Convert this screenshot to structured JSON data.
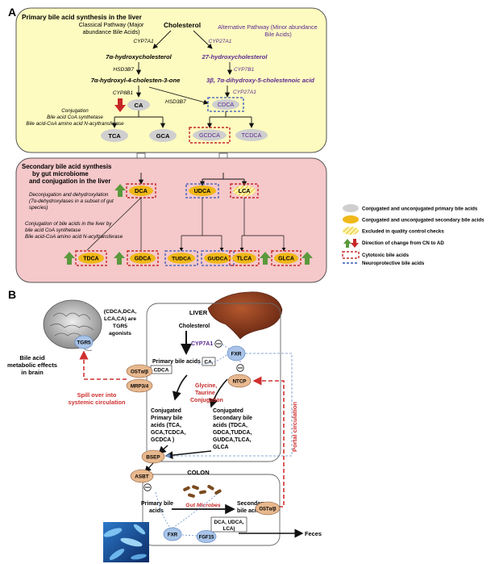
{
  "panel_a": {
    "letter": "A",
    "top_title": "Primary bile acid synthesis in the liver",
    "classical_line1": "Classical Pathway (Major",
    "classical_line2": "abundance Bile Acids)",
    "cholesterol": "Cholesterol",
    "alt_line1": "Alternative Pathway (Minor abundance",
    "alt_line2": "Bile Acids)",
    "cyp7a1": "CYP7A1",
    "cyp27a1": "CYP27A1",
    "hydroxy7": "7α-hydroxycholesterol",
    "hydroxy27": "27-hydroxycholesterol",
    "hsd3b7": "HSD3B7",
    "cyp7b1": "CYP7B1",
    "hydroxy7one": "7α-hydroxyl-4-cholesten-3-one",
    "dihydroxy": "3β, 7α-dihydroxy-5-cholestenoic acid",
    "cyp8b1": "CYP8B1",
    "hsd3b7_mid": "HSD3B7",
    "cyp27a1_b": "CYP27A1",
    "ca": "CA",
    "cdca": "CDCA",
    "conj_line1": "Conjugation",
    "conj_line2": "Bile acid CoA synthetase",
    "conj_line3": "Bile acid-CoA amino acid N-acyltransferase",
    "tca": "TCA",
    "gca": "GCA",
    "gcdca": "GCDCA",
    "tcdca": "TCDCA",
    "bottom_title1": "Secondary bile acid synthesis",
    "bottom_title2": "by gut microbiome",
    "bottom_title3": "and conjugation in the liver",
    "dca": "DCA",
    "udca": "UDCA",
    "lca": "LCA",
    "deconj1": "Deconjugation and dehydroxylation",
    "deconj2": "(7α-dehydroxylases in a subset of gut",
    "deconj3": "species)",
    "conjliv1": "Conjugation of bile acids in the liver by",
    "conjliv2": "bile acid CoA synthetase",
    "conjliv3": "Bile acid-CoA amino acid N-acyltransferase",
    "tdca": "TDCA",
    "gdca": "GDCA",
    "tudca": "TUDCA",
    "gudca": "GUDCA",
    "tlca": "TLCA",
    "glca": "GLCA"
  },
  "legend": {
    "primary": "Conjugated and unconjugated primary bile acids",
    "secondary": "Conjugated and unconjugated secondary bile acids",
    "excluded": "Excluded in quality control checks",
    "direction": "Direction of change from CN to AD",
    "cytotoxic": "Cytotoxic bile acids",
    "neuroprotective": "Neuroprotective bile acids"
  },
  "panel_b": {
    "letter": "B",
    "tgr5_note1": "(CDCA,DCA,",
    "tgr5_note2": "LCA,CA) are",
    "tgr5_note3": "TGR5",
    "tgr5_note4": "agonists",
    "tgr5": "TGR5",
    "brain1": "Bile acid",
    "brain2": "metabolic effects",
    "brain3": "in brain",
    "liver": "LIVER",
    "cholesterol": "Cholesterol",
    "cyp7a1": "CYP7A1",
    "fxr": "FXR",
    "primary1": "Primary bile acids",
    "ca_box": "CA,",
    "cdca_box": "CDCA",
    "ost_ab": "OSTα/β",
    "mrp34": "MRP3/4",
    "ntcp": "NTCP",
    "spill1": "Spill over into",
    "spill2": "systemic circulation",
    "glycine1": "Glycine,",
    "glycine2": "Taurine",
    "glycine3": "Conjugation",
    "conjp1": "Conjugated",
    "conjp2": "Primary bile",
    "conjp3": "acids (TCA,",
    "conjp4": "GCA,TCDCA,",
    "conjp5": "GCDCA )",
    "conjs1": "Conjugated",
    "conjs2": "Secondary bile",
    "conjs3": "acids (TDCA,",
    "conjs4": "GDCA,TUDCA,",
    "conjs5": "GUDCA,TLCA,",
    "conjs6": "GLCA",
    "portal": "Portal circulation",
    "bsep": "BSEP",
    "asbt": "ASBT",
    "colon": "COLON",
    "prim_colon1": "Primary bile",
    "prim_colon2": "acids",
    "gut_microbes": "Gut Microbes",
    "sec_colon1": "Secondary",
    "sec_colon2": "bile acids",
    "ost_colon": "OSTα/β",
    "dca_box1": "DCA, UDCA,",
    "dca_box2": "LCA)",
    "fxr_colon": "FXR",
    "fgf15": "FGF15",
    "feces": "Feces"
  },
  "colors": {
    "top_panel": "#fefbc0",
    "bottom_panel": "#f5c8ca",
    "primary_ellipse": "#cfcfcf",
    "secondary_ellipse": "#f0b818",
    "transporter": "#e8b88e",
    "fxr_node": "#a9c4e8",
    "red_arrow": "#c62828",
    "green_arrow": "#5a9a3c",
    "purple_text": "#5b2a91",
    "spill_red": "#d03030"
  }
}
